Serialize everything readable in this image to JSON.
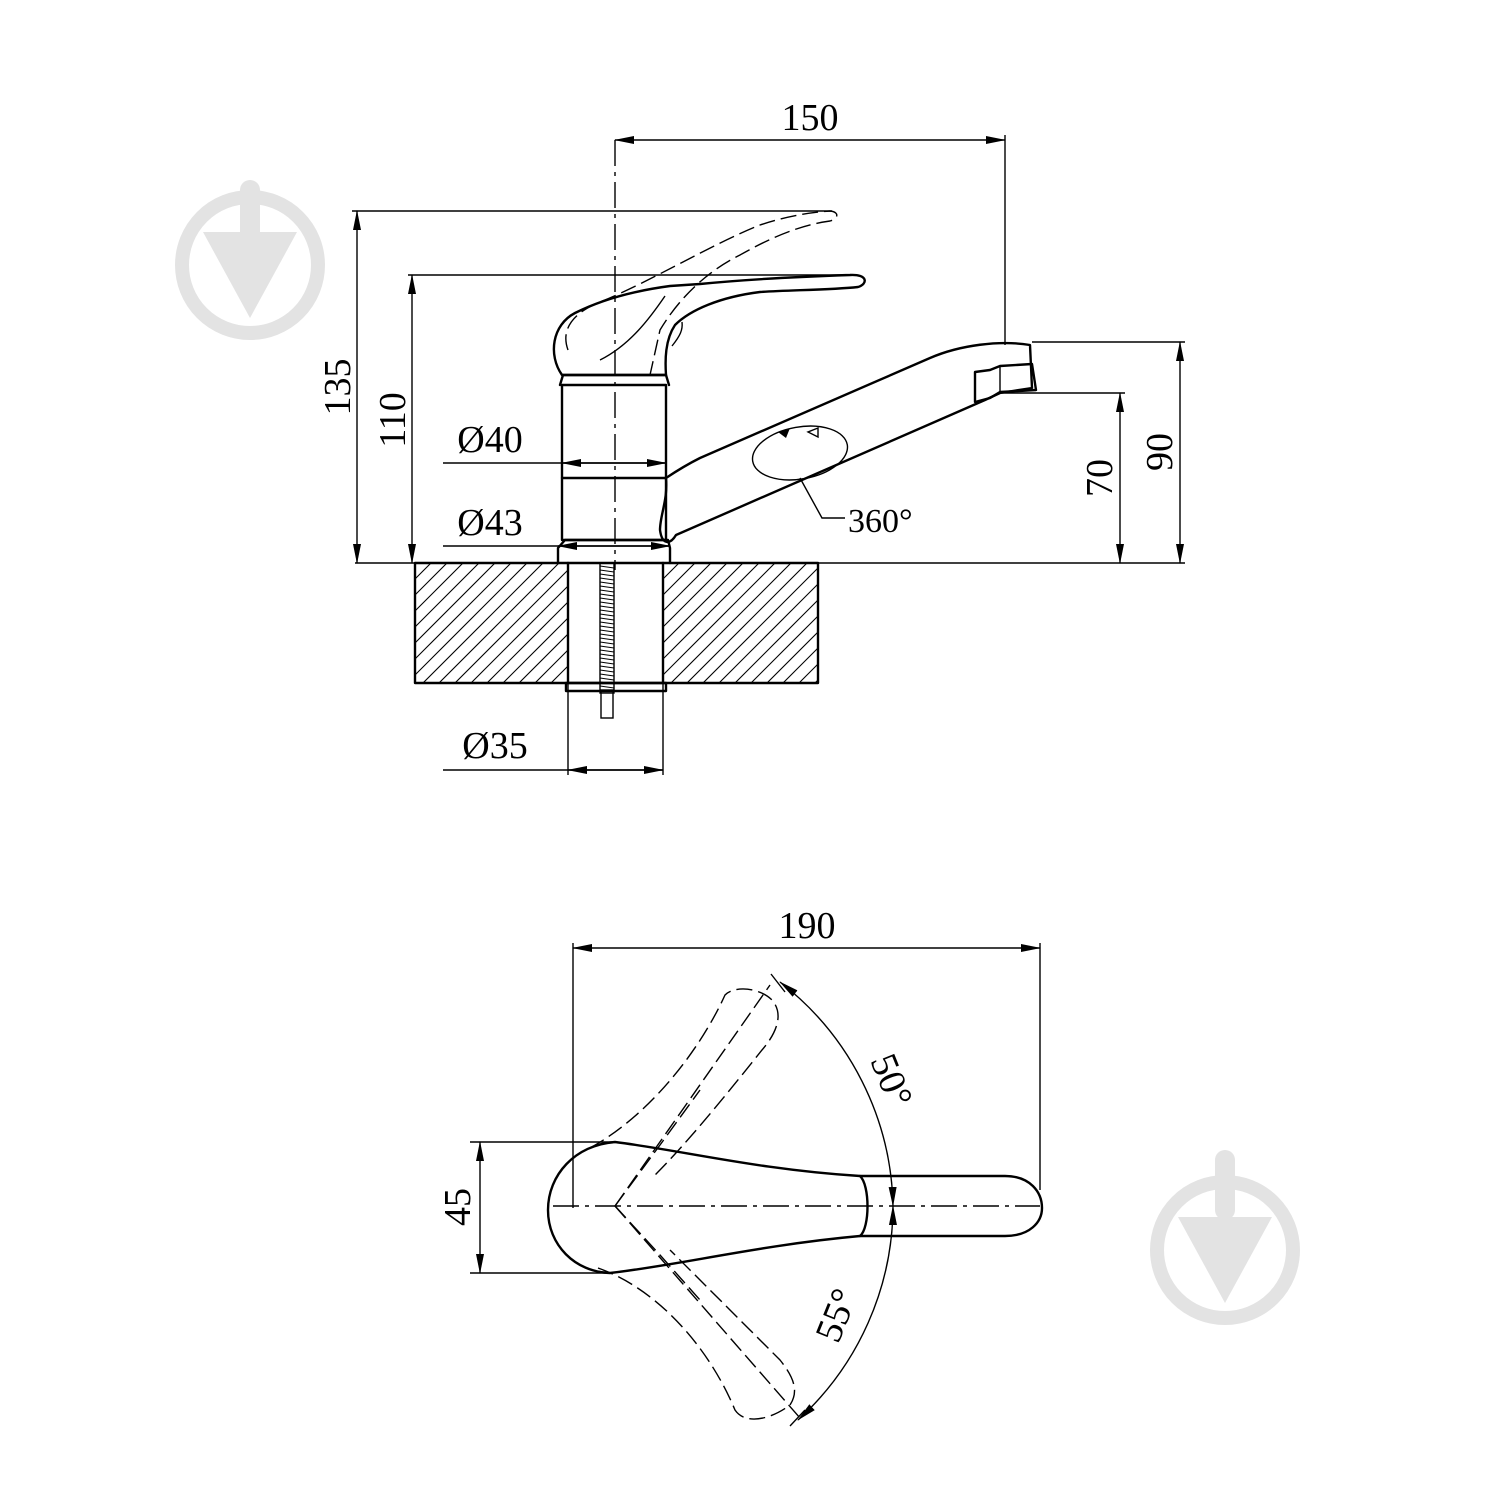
{
  "side_view": {
    "dim_top_width": "150",
    "dim_total_height": "135",
    "dim_handle_height": "110",
    "dim_body_diameter": "Ø40",
    "dim_base_diameter": "Ø43",
    "dim_mount_diameter": "Ø35",
    "dim_spout_rotation": "360°",
    "dim_outlet_height": "70",
    "dim_spout_height": "90"
  },
  "top_view": {
    "dim_total_length": "190",
    "dim_handle_width": "45",
    "dim_angle_upper": "50°",
    "dim_angle_lower": "55°"
  },
  "colors": {
    "line": "#000000",
    "background": "#ffffff",
    "watermark": "#e3e3e3"
  },
  "icons": [
    "logo-watermark-icon"
  ]
}
